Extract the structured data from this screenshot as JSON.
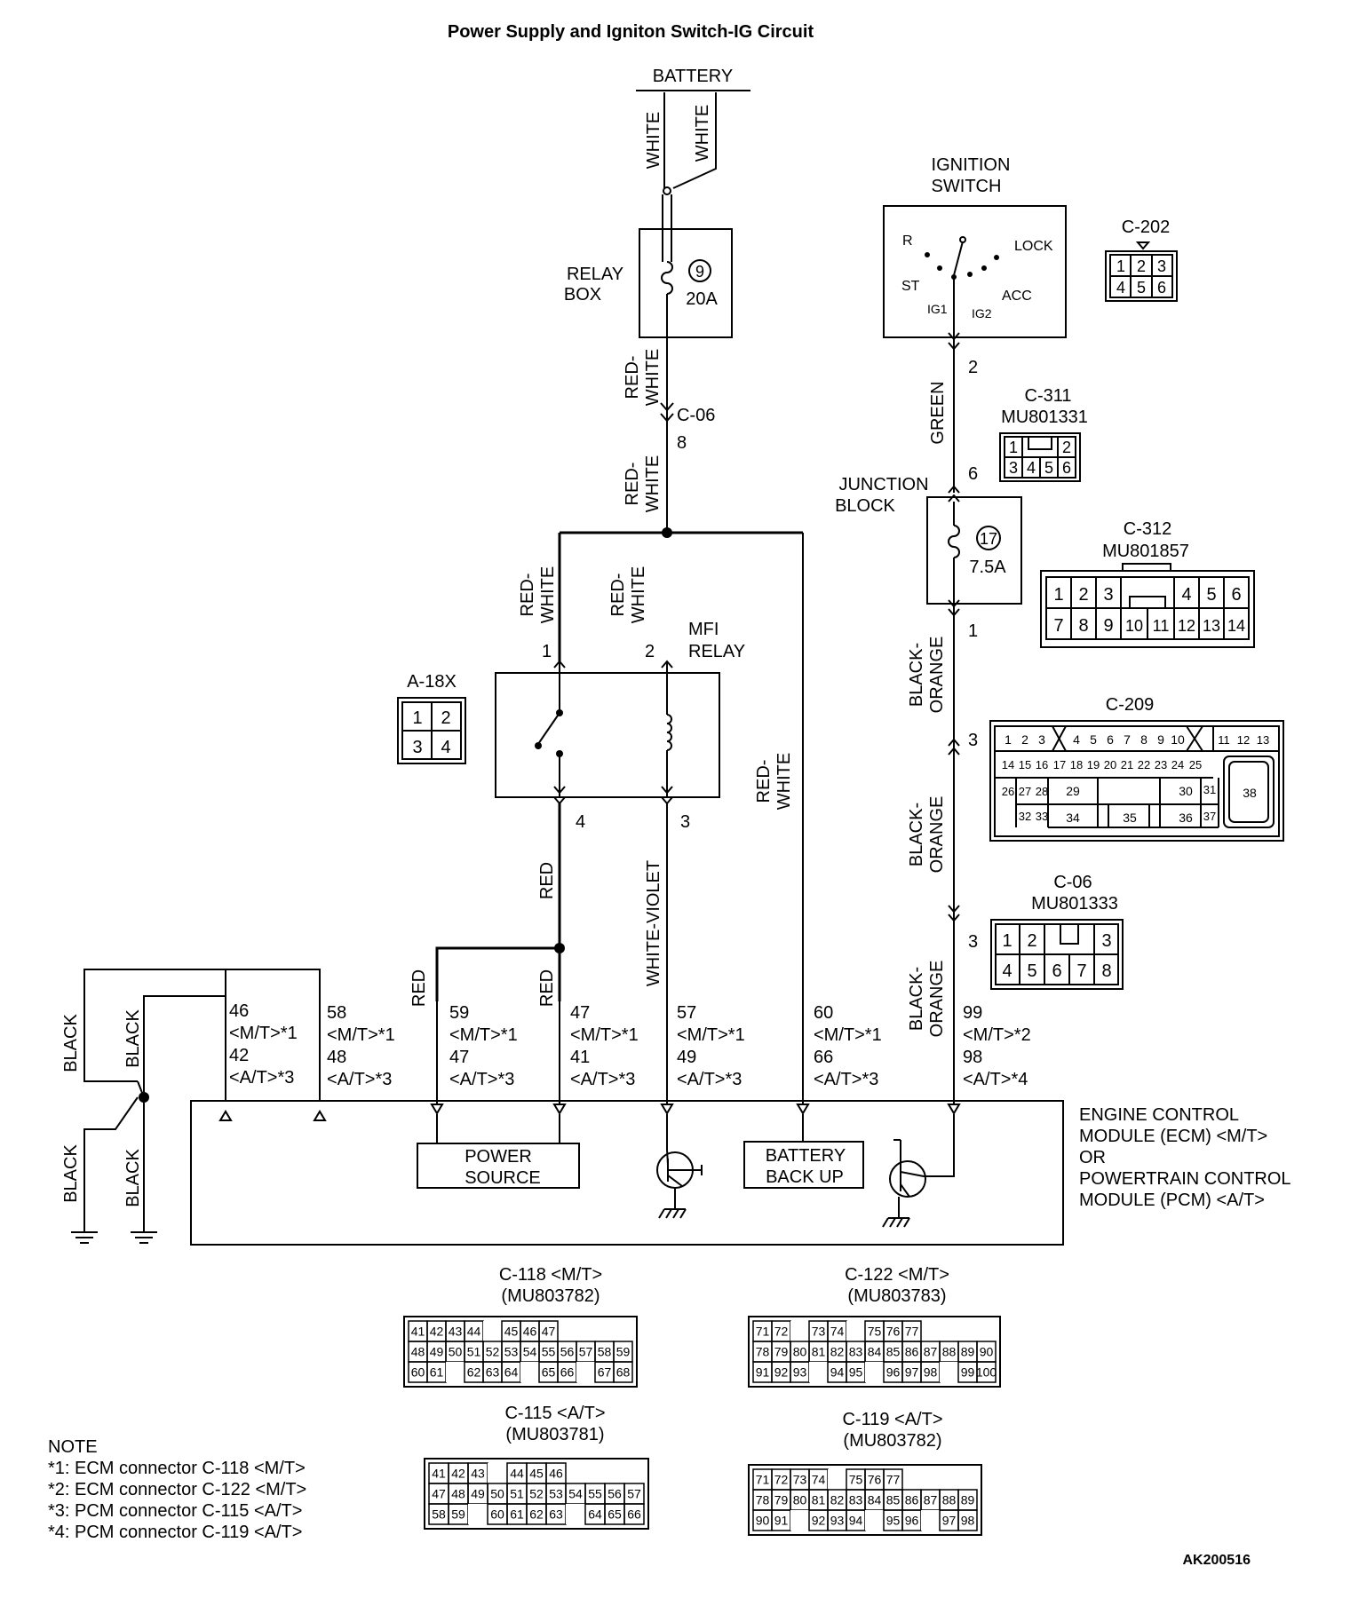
{
  "title": "Power Supply and Igniton Switch-IG Circuit",
  "ref_code": "AK200516",
  "battery": "BATTERY",
  "wire_colors": {
    "white": "WHITE",
    "red_white_1": "RED-",
    "red_white_2": "WHITE",
    "green": "GREEN",
    "black_orange_1": "BLACK-",
    "black_orange_2": "ORANGE",
    "red": "RED",
    "white_violet": "WHITE-VIOLET",
    "black": "BLACK"
  },
  "relay_box": {
    "label_1": "RELAY",
    "label_2": "BOX",
    "fuse_no": "9",
    "fuse_amp": "20A"
  },
  "junction_block": {
    "label_1": "JUNCTION",
    "label_2": "BLOCK",
    "fuse_no": "17",
    "fuse_amp": "7.5A"
  },
  "ignition_switch": {
    "label_1": "IGNITION",
    "label_2": "SWITCH",
    "pos_r": "R",
    "pos_lock": "LOCK",
    "pos_st": "ST",
    "pos_acc": "ACC",
    "pos_ig1": "IG1",
    "pos_ig2": "IG2"
  },
  "mfi_relay": {
    "label_1": "MFI",
    "label_2": "RELAY"
  },
  "pins": {
    "c06_8": "8",
    "c06_3": "3",
    "sw_2": "2",
    "jb_6": "6",
    "jb_1": "1",
    "c209_3": "3",
    "relay_1": "1",
    "relay_2": "2",
    "relay_3": "3",
    "relay_4": "4"
  },
  "connector_labels": {
    "c06_label": "C-06",
    "c202": "C-202",
    "c311_1": "C-311",
    "c311_2": "MU801331",
    "c312_1": "C-312",
    "c312_2": "MU801857",
    "a18x": "A-18X",
    "c209": "C-209",
    "c06_1": "C-06",
    "c06_2": "MU801333",
    "c118_1": "C-118 <M/T>",
    "c118_2": "(MU803782)",
    "c122_1": "C-122 <M/T>",
    "c122_2": "(MU803783)",
    "c115_1": "C-115 <A/T>",
    "c115_2": "(MU803781)",
    "c119_1": "C-119 <A/T>",
    "c119_2": "(MU803782)"
  },
  "ecm_terminals": {
    "t46": [
      "46",
      "<M/T>*1",
      "42",
      "<A/T>*3"
    ],
    "t58": [
      "58",
      "<M/T>*1",
      "48",
      "<A/T>*3"
    ],
    "t59": [
      "59",
      "<M/T>*1",
      "47",
      "<A/T>*3"
    ],
    "t47": [
      "47",
      "<M/T>*1",
      "41",
      "<A/T>*3"
    ],
    "t57": [
      "57",
      "<M/T>*1",
      "49",
      "<A/T>*3"
    ],
    "t60": [
      "60",
      "<M/T>*1",
      "66",
      "<A/T>*3"
    ],
    "t99": [
      "99",
      "<M/T>*2",
      "98",
      "<A/T>*4"
    ]
  },
  "ecm": {
    "power_source_1": "POWER",
    "power_source_2": "SOURCE",
    "battery_backup_1": "BATTERY",
    "battery_backup_2": "BACK UP",
    "desc": [
      "ENGINE CONTROL",
      "MODULE (ECM) <M/T>",
      "OR",
      "POWERTRAIN CONTROL",
      "MODULE (PCM) <A/T>"
    ]
  },
  "notes": [
    "NOTE",
    "*1: ECM connector C-118 <M/T>",
    "*2: ECM connector C-122 <M/T>",
    "*3: PCM connector C-115 <A/T>",
    "*4: PCM connector C-119 <A/T>"
  ],
  "grids": {
    "c202": [
      [
        "1",
        "2",
        "3"
      ],
      [
        "4",
        "5",
        "6"
      ]
    ],
    "c311": [
      [
        "1",
        "",
        "2"
      ],
      [
        "3",
        "4",
        "5",
        "6"
      ]
    ],
    "c312": [
      [
        "1",
        "2",
        "3",
        "",
        "4",
        "5",
        "6"
      ],
      [
        "7",
        "8",
        "9",
        "10",
        "11",
        "12",
        "13",
        "14"
      ]
    ],
    "a18x": [
      [
        "1",
        "2"
      ],
      [
        "3",
        "4"
      ]
    ],
    "c06": [
      [
        "1",
        "2",
        "",
        "3"
      ],
      [
        "4",
        "5",
        "6",
        "7",
        "8"
      ]
    ],
    "c209": [
      [
        "1",
        "2",
        "3",
        "",
        "4",
        "5",
        "6",
        "7",
        "8",
        "9",
        "10",
        "",
        "11",
        "12",
        "13"
      ],
      [
        "14",
        "15",
        "16",
        "17",
        "18",
        "19",
        "20",
        "21",
        "22",
        "23",
        "24",
        "25"
      ],
      [
        "26",
        "27",
        "28",
        "29",
        "30",
        "31",
        "38"
      ],
      [
        "32",
        "33",
        "34",
        "35",
        "36",
        "37"
      ]
    ],
    "c118": [
      [
        "41",
        "42",
        "43",
        "44",
        "",
        "45",
        "46",
        "47"
      ],
      [
        "48",
        "49",
        "50",
        "51",
        "52",
        "53",
        "54",
        "55",
        "56",
        "57",
        "58",
        "59"
      ],
      [
        "60",
        "61",
        "",
        "62",
        "63",
        "64",
        "",
        "65",
        "66",
        "",
        "67",
        "68"
      ]
    ],
    "c122": [
      [
        "71",
        "72",
        "",
        "73",
        "74",
        "",
        "75",
        "76",
        "77"
      ],
      [
        "78",
        "79",
        "80",
        "81",
        "82",
        "83",
        "84",
        "85",
        "86",
        "87",
        "88",
        "89",
        "90"
      ],
      [
        "91",
        "92",
        "93",
        "",
        "94",
        "95",
        "",
        "96",
        "97",
        "98",
        "",
        "99",
        "100"
      ]
    ],
    "c115": [
      [
        "41",
        "42",
        "43",
        "",
        "44",
        "45",
        "46"
      ],
      [
        "47",
        "48",
        "49",
        "50",
        "51",
        "52",
        "53",
        "54",
        "55",
        "56",
        "57"
      ],
      [
        "58",
        "59",
        "",
        "60",
        "61",
        "62",
        "63",
        "",
        "64",
        "65",
        "66"
      ]
    ],
    "c119": [
      [
        "71",
        "72",
        "73",
        "74",
        "",
        "75",
        "76",
        "77"
      ],
      [
        "78",
        "79",
        "80",
        "81",
        "82",
        "83",
        "84",
        "85",
        "86",
        "87",
        "88",
        "89"
      ],
      [
        "90",
        "91",
        "",
        "92",
        "93",
        "94",
        "",
        "95",
        "96",
        "",
        "97",
        "98"
      ]
    ]
  }
}
